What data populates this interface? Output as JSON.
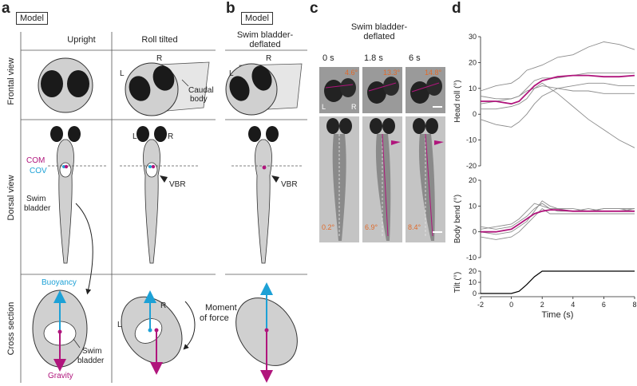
{
  "panels": {
    "a": {
      "letter": "a",
      "model": "Model",
      "col_upright": "Upright",
      "col_roll": "Roll tilted",
      "row_frontal": "Frontal view",
      "row_dorsal": "Dorsal view",
      "row_cross": "Cross section"
    },
    "b": {
      "letter": "b",
      "model": "Model",
      "header": [
        "Swim bladder-",
        "deflated"
      ]
    },
    "c": {
      "letter": "c",
      "header": [
        "Swim bladder-",
        "deflated"
      ],
      "times": [
        "0 s",
        "1.8 s",
        "6 s"
      ],
      "head_angles": [
        "4.6°",
        "13.3°",
        "14.8°"
      ],
      "body_angles": [
        "0.2°",
        "6.9°",
        "8.4°"
      ]
    },
    "d": {
      "letter": "d"
    }
  },
  "labels": {
    "L": "L",
    "R": "R",
    "caudal": [
      "Caudal",
      "body"
    ],
    "com": "COM",
    "cov": "COV",
    "swim_bladder": [
      "Swim",
      "bladder"
    ],
    "vbr": "VBR",
    "buoyancy": "Buoyancy",
    "gravity": "Gravity",
    "moment": [
      "Moment",
      "of force"
    ]
  },
  "colors": {
    "magenta": "#b0157c",
    "cyan": "#1da1d6",
    "grey_line": "#8c8c8c",
    "fish": "#d0d0d0",
    "eye": "#1a1a1a"
  },
  "chart_data": [
    {
      "type": "line",
      "name": "head-roll",
      "ylabel": "Head roll (°)",
      "ylim": [
        -20,
        30
      ],
      "yticks": [
        -20,
        -10,
        0,
        10,
        20,
        30
      ],
      "xlim": [
        -2,
        8
      ],
      "series": [
        {
          "role": "mean",
          "color": "#b0157c",
          "x": [
            -2,
            -1,
            0,
            0.5,
            1,
            1.5,
            2,
            3,
            4,
            5,
            6,
            7,
            8
          ],
          "y": [
            5,
            5,
            4,
            5,
            8,
            11,
            13,
            14.5,
            15,
            15,
            14.5,
            14.5,
            15
          ]
        },
        {
          "role": "trace",
          "color": "#8c8c8c",
          "x": [
            -2,
            -1,
            0,
            0.5,
            1,
            1.5,
            2,
            3,
            4,
            5,
            6,
            7,
            8
          ],
          "y": [
            9,
            11,
            12,
            14,
            17,
            18,
            19,
            22,
            23,
            26,
            28,
            27,
            25
          ]
        },
        {
          "role": "trace",
          "color": "#8c8c8c",
          "x": [
            -2,
            -1,
            0,
            0.5,
            1,
            1.5,
            2,
            3,
            4,
            5,
            6,
            7,
            8
          ],
          "y": [
            2,
            2,
            3,
            4,
            6,
            10,
            12,
            8,
            3,
            -2,
            -6,
            -10,
            -13
          ]
        },
        {
          "role": "trace",
          "color": "#8c8c8c",
          "x": [
            -2,
            -1,
            0,
            0.5,
            1,
            1.5,
            2,
            3,
            4,
            5,
            6,
            7,
            8
          ],
          "y": [
            -2,
            -4,
            -5,
            -3,
            0,
            4,
            7,
            10,
            11,
            12,
            12,
            11,
            11
          ]
        },
        {
          "role": "trace",
          "color": "#8c8c8c",
          "x": [
            -2,
            -1,
            0,
            0.5,
            1,
            1.5,
            2,
            3,
            4,
            5,
            6,
            7,
            8
          ],
          "y": [
            7,
            6,
            6,
            7,
            10,
            13,
            14,
            14,
            15,
            16,
            16,
            16,
            16
          ]
        },
        {
          "role": "trace",
          "color": "#8c8c8c",
          "x": [
            -2,
            -1,
            0,
            0.5,
            1,
            1.5,
            2,
            3,
            4,
            5,
            6,
            7,
            8
          ],
          "y": [
            4,
            5,
            6,
            7,
            9,
            10,
            11,
            10,
            9,
            9,
            8,
            8,
            8
          ]
        }
      ]
    },
    {
      "type": "line",
      "name": "body-bend",
      "ylabel": "Body bend (°)",
      "ylim": [
        -10,
        20
      ],
      "yticks": [
        -10,
        0,
        10,
        20
      ],
      "xlim": [
        -2,
        8
      ],
      "series": [
        {
          "role": "mean",
          "color": "#b0157c",
          "x": [
            -2,
            -1,
            0,
            0.5,
            1,
            1.5,
            2,
            2.5,
            3,
            4,
            5,
            6,
            7,
            8
          ],
          "y": [
            0,
            0,
            1,
            3,
            5,
            7,
            8,
            8.5,
            8.5,
            8,
            8,
            8,
            8,
            8
          ]
        },
        {
          "role": "trace",
          "color": "#8c8c8c",
          "x": [
            -2,
            -1,
            0,
            0.5,
            1,
            1.5,
            2,
            2.5,
            3,
            4,
            5,
            6,
            7,
            8
          ],
          "y": [
            1,
            2,
            3,
            5,
            8,
            11,
            10,
            9,
            9,
            9,
            8,
            9,
            9,
            9
          ]
        },
        {
          "role": "trace",
          "color": "#8c8c8c",
          "x": [
            -2,
            -1,
            0,
            0.5,
            1,
            1.5,
            2,
            2.5,
            3,
            4,
            5,
            6,
            7,
            8
          ],
          "y": [
            -2,
            -3,
            -2,
            0,
            3,
            6,
            9,
            7,
            7,
            7,
            7,
            7,
            7,
            7
          ]
        },
        {
          "role": "trace",
          "color": "#8c8c8c",
          "x": [
            -2,
            -1,
            0,
            0.5,
            1,
            1.5,
            2,
            2.5,
            3,
            4,
            5,
            6,
            7,
            8
          ],
          "y": [
            0,
            -1,
            0,
            2,
            4,
            8,
            12,
            10,
            9,
            8,
            8,
            9,
            9,
            8
          ]
        },
        {
          "role": "trace",
          "color": "#8c8c8c",
          "x": [
            -2,
            -1,
            0,
            0.5,
            1,
            1.5,
            2,
            2.5,
            3,
            4,
            5,
            6,
            7,
            8
          ],
          "y": [
            2,
            1,
            2,
            4,
            6,
            9,
            11,
            9,
            8,
            8,
            9,
            8,
            8,
            9
          ]
        }
      ]
    },
    {
      "type": "line",
      "name": "tilt",
      "ylabel": "Tilt (°)",
      "ylim": [
        0,
        20
      ],
      "yticks": [
        0,
        10,
        20
      ],
      "xlim": [
        -2,
        8
      ],
      "xticks": [
        -2,
        0,
        2,
        4,
        6,
        8
      ],
      "xlabel": "Time (s)",
      "series": [
        {
          "role": "stimulus",
          "color": "#000000",
          "x": [
            -2,
            0,
            0.5,
            1,
            1.5,
            2,
            8
          ],
          "y": [
            0,
            0,
            2,
            8,
            15,
            20,
            20
          ]
        }
      ]
    }
  ]
}
